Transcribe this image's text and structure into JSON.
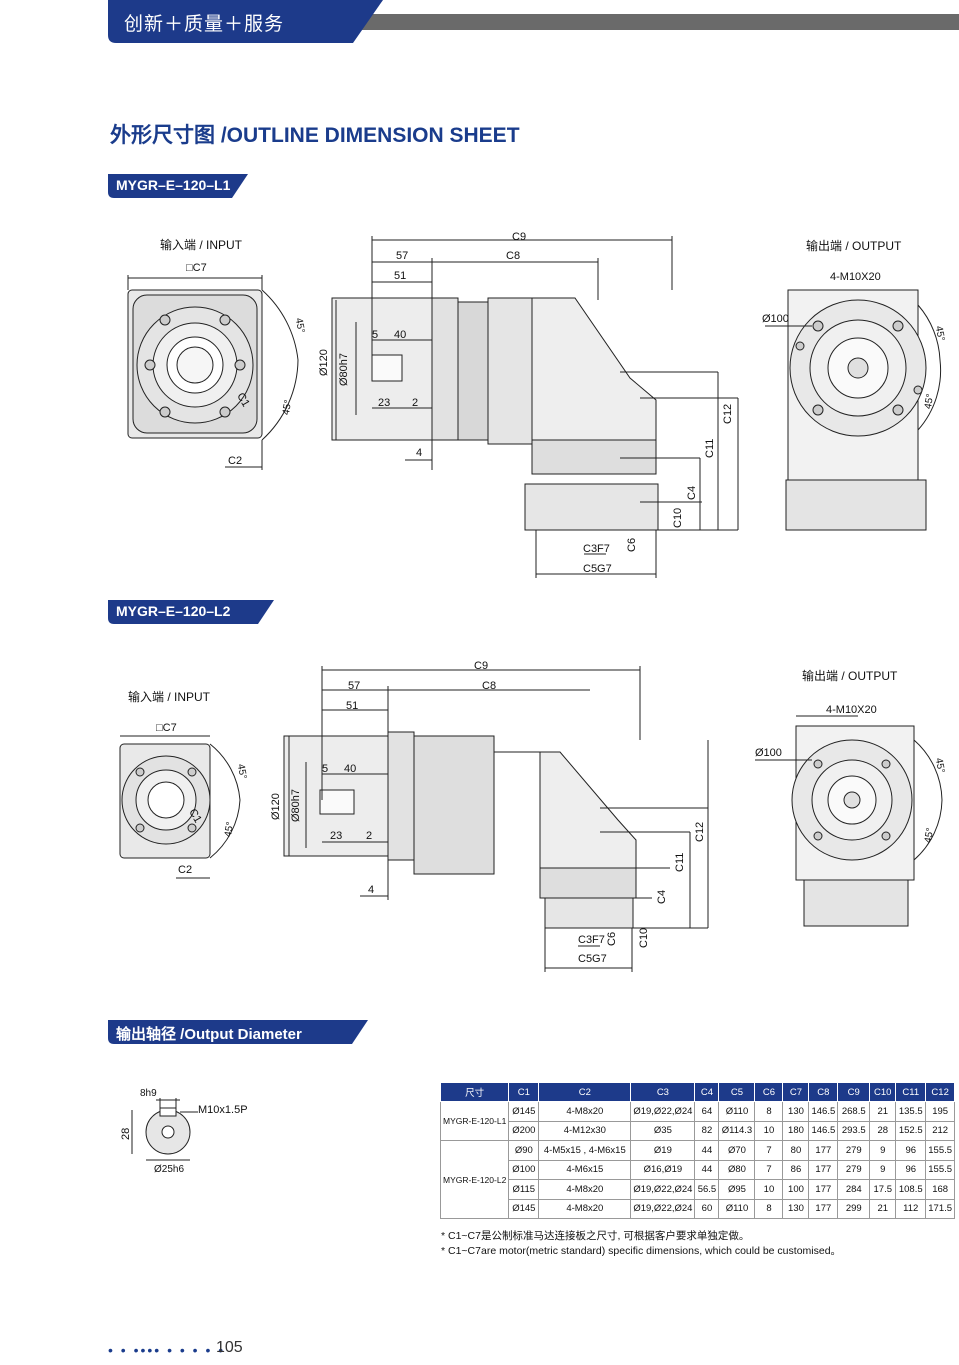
{
  "header": {
    "tab_text": "创新＋质量＋服务",
    "tab_color": "#1d3a8a",
    "bar_color": "#6a6a6a"
  },
  "title": "外形尺寸图 /OUTLINE DIMENSION SHEET",
  "section_l1": {
    "tag": "MYGR–E–120–L1",
    "input_label": "输入端 / INPUT",
    "output_label": "输出端 / OUTPUT",
    "dims": {
      "c7": "□C7",
      "c2": "C2",
      "c1": "C1",
      "deg45a": "45°",
      "deg45b": "45°",
      "c9": "C9",
      "c8": "C8",
      "d57": "57",
      "d51": "51",
      "d5": "5",
      "d40": "40",
      "d120": "Ø120",
      "d80": "Ø80h7",
      "d23": "23",
      "d2": "2",
      "d4": "4",
      "c12": "C12",
      "c11": "C11",
      "c4": "C4",
      "c10": "C10",
      "c6": "C6",
      "c3": "C3F7",
      "c5": "C5G7",
      "m10": "4-M10X20",
      "d100": "Ø100",
      "deg45c": "45°",
      "deg45d": "45°"
    }
  },
  "section_l2": {
    "tag": "MYGR–E–120–L2",
    "input_label": "输入端 / INPUT",
    "output_label": "输出端 / OUTPUT",
    "dims": {
      "c7": "□C7",
      "c2": "C2",
      "c1": "C1",
      "deg45a": "45°",
      "deg45b": "45°",
      "c9": "C9",
      "c8": "C8",
      "d57": "57",
      "d51": "51",
      "d5": "5",
      "d40": "40",
      "d120": "Ø120",
      "d80": "Ø80h7",
      "d23": "23",
      "d2": "2",
      "d4": "4",
      "c12": "C12",
      "c11": "C11",
      "c4": "C4",
      "c10": "C10",
      "c6": "C6",
      "c3": "C3F7",
      "c5": "C5G7",
      "m10": "4-M10X20",
      "d100": "Ø100",
      "deg45c": "45°",
      "deg45d": "45°"
    }
  },
  "section_output": {
    "tag": "输出轴径 /Output Diameter",
    "dims": {
      "key": "8h9",
      "thread": "M10x1.5P",
      "height": "28",
      "dia": "Ø25h6"
    }
  },
  "table": {
    "headers": [
      "尺寸",
      "C1",
      "C2",
      "C3",
      "C4",
      "C5",
      "C6",
      "C7",
      "C8",
      "C9",
      "C10",
      "C11",
      "C12"
    ],
    "groups": [
      {
        "model": "MYGR-E-120-L1",
        "rows": [
          [
            "Ø145",
            "4-M8x20",
            "Ø19,Ø22,Ø24",
            "64",
            "Ø110",
            "8",
            "130",
            "146.5",
            "268.5",
            "21",
            "135.5",
            "195"
          ],
          [
            "Ø200",
            "4-M12x30",
            "Ø35",
            "82",
            "Ø114.3",
            "10",
            "180",
            "146.5",
            "293.5",
            "28",
            "152.5",
            "212"
          ]
        ]
      },
      {
        "model": "MYGR-E-120-L2",
        "rows": [
          [
            "Ø90",
            "4-M5x15 , 4-M6x15",
            "Ø19",
            "44",
            "Ø70",
            "7",
            "80",
            "177",
            "279",
            "9",
            "96",
            "155.5"
          ],
          [
            "Ø100",
            "4-M6x15",
            "Ø16,Ø19",
            "44",
            "Ø80",
            "7",
            "86",
            "177",
            "279",
            "9",
            "96",
            "155.5"
          ],
          [
            "Ø115",
            "4-M8x20",
            "Ø19,Ø22,Ø24",
            "56.5",
            "Ø95",
            "10",
            "100",
            "177",
            "284",
            "17.5",
            "108.5",
            "168"
          ],
          [
            "Ø145",
            "4-M8x20",
            "Ø19,Ø22,Ø24",
            "60",
            "Ø110",
            "8",
            "130",
            "177",
            "299",
            "21",
            "112",
            "171.5"
          ]
        ]
      }
    ]
  },
  "notes": [
    "* C1~C7是公制标准马达连接板之尺寸, 可根据客户要求单独定做。",
    "* C1~C7are motor(metric standard)  specific dimensions, which could be customised。"
  ],
  "footer": {
    "dots": "• • •••• • • • • •",
    "page": "105"
  }
}
